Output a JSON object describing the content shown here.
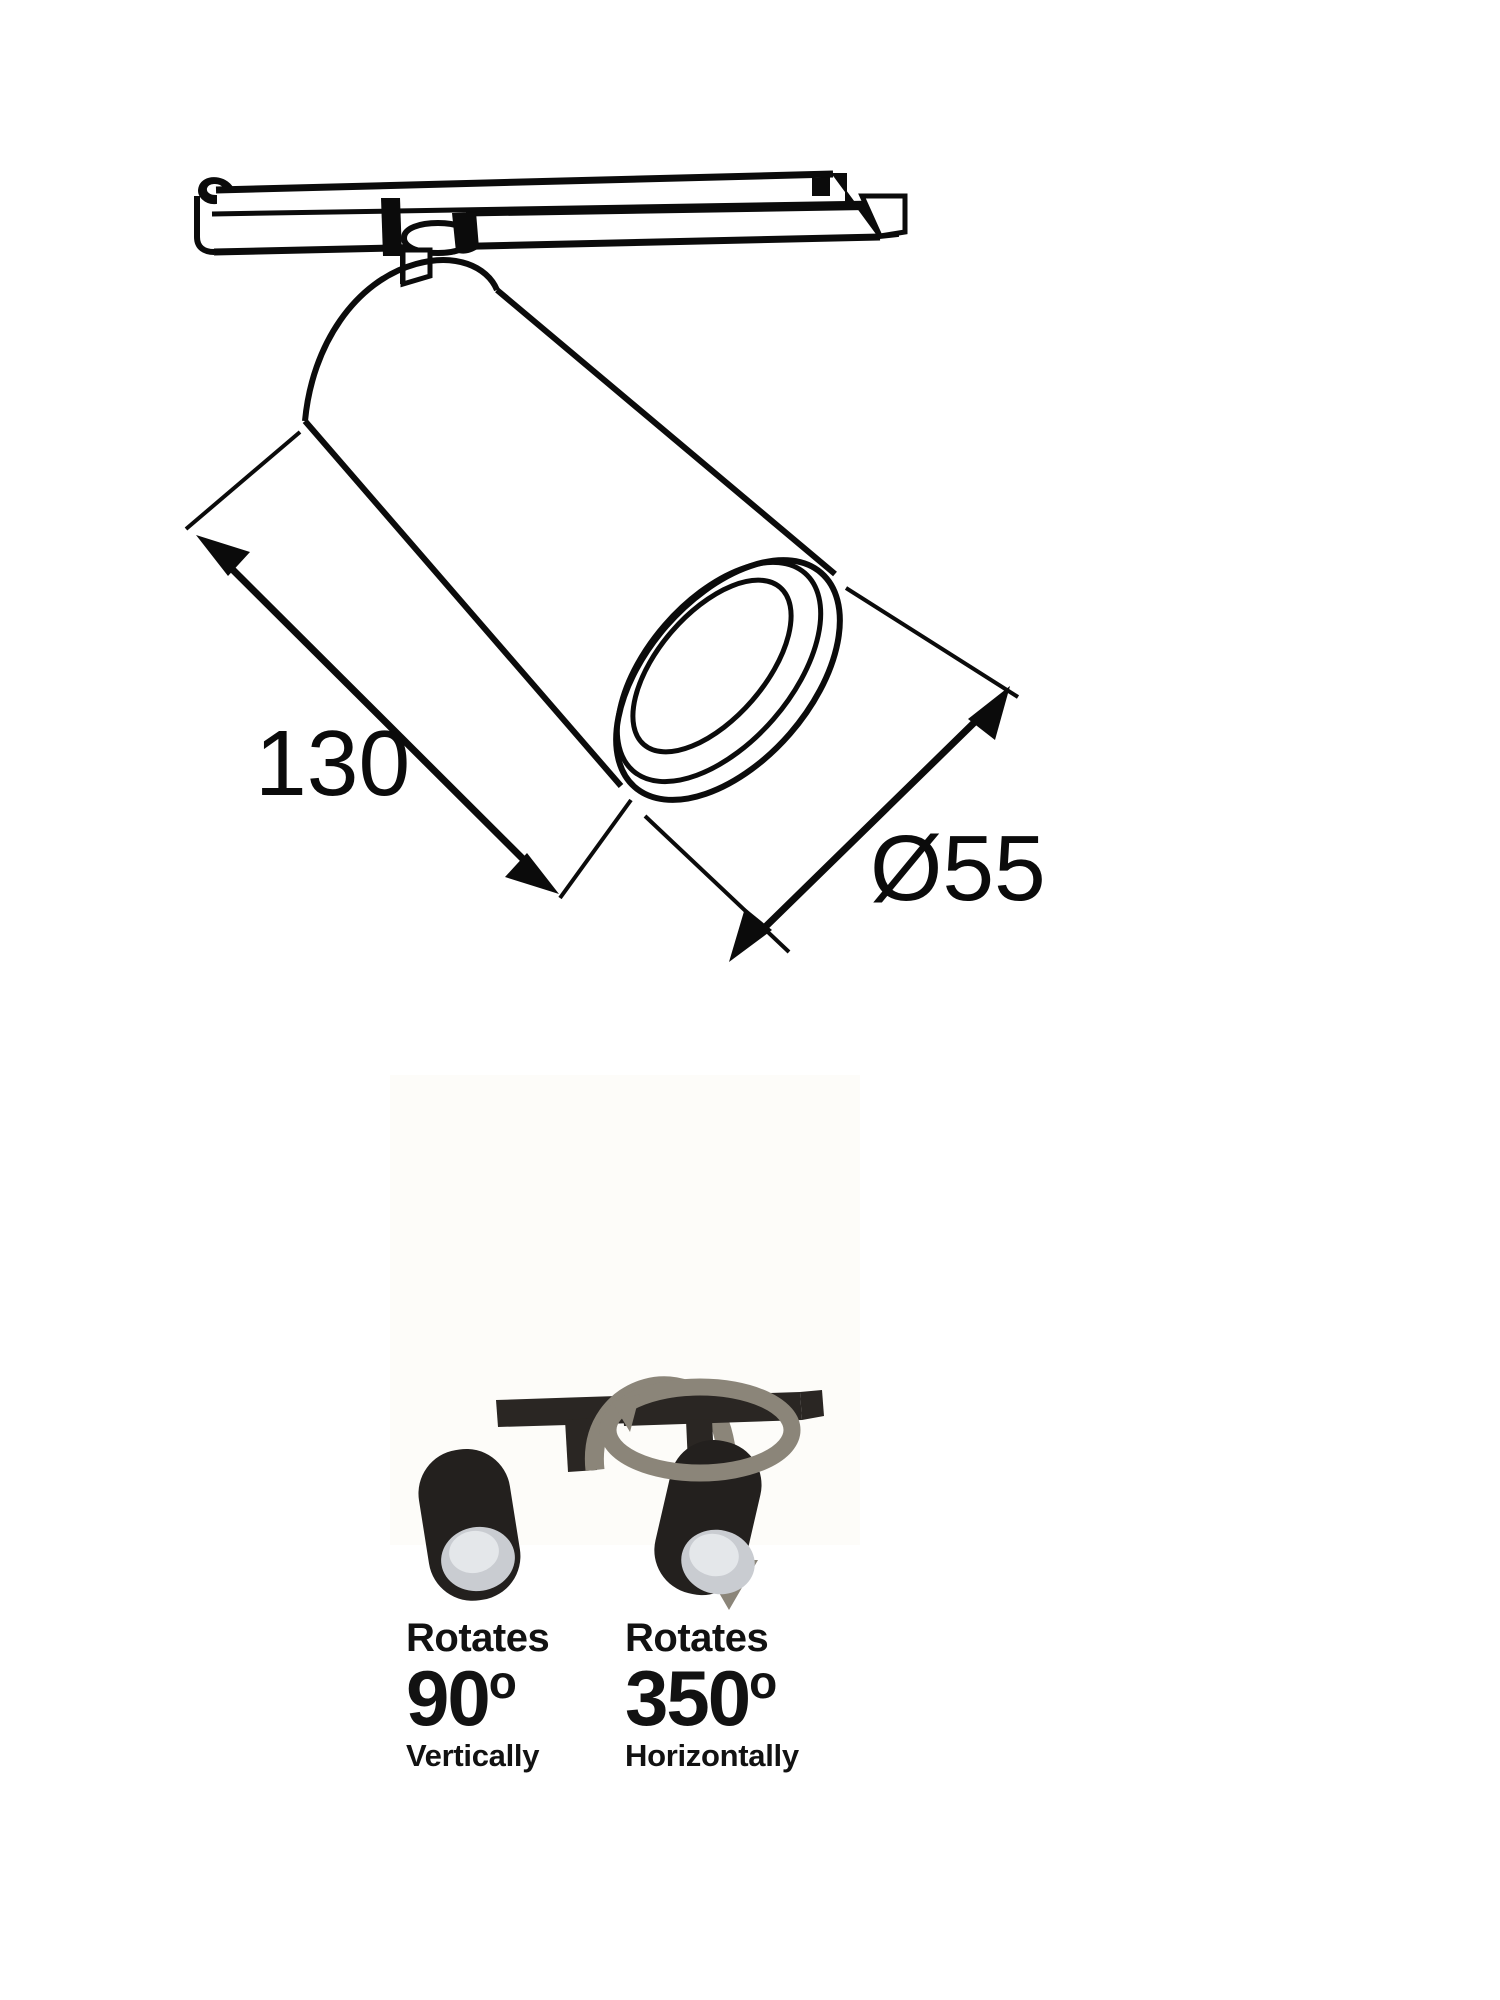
{
  "page": {
    "background_color": "#ffffff",
    "ink_color": "#0b0b0b",
    "type": "technical-dimension-drawing",
    "subject": "LED track spotlight mounted on 3-phase track rail"
  },
  "dimensions": {
    "length": {
      "value": "130",
      "label": "130",
      "unit_implied": "mm",
      "description": "Body length of the cylindrical spotlight"
    },
    "diameter": {
      "value": "55",
      "symbol": "Ø",
      "label": "Ø55",
      "unit_implied": "mm",
      "description": "Outer diameter of the spotlight cylinder"
    }
  },
  "rotation_panels": [
    {
      "id": "vertical",
      "heading": "Rotates",
      "angle": "90",
      "degree_symbol": "o",
      "axis": "Vertically",
      "arrow": "curved-down-arrow"
    },
    {
      "id": "horizontal",
      "heading": "Rotates",
      "angle": "350",
      "degree_symbol": "o",
      "axis": "Horizontally",
      "arrow": "elliptical-loop-arrow"
    }
  ],
  "colors": {
    "line": "#0b0b0b",
    "arrow_gray": "#8b8579",
    "fixture_body": "#23201e",
    "lens": "#c9ccd1",
    "panel_bg": "#fdfcf9"
  }
}
